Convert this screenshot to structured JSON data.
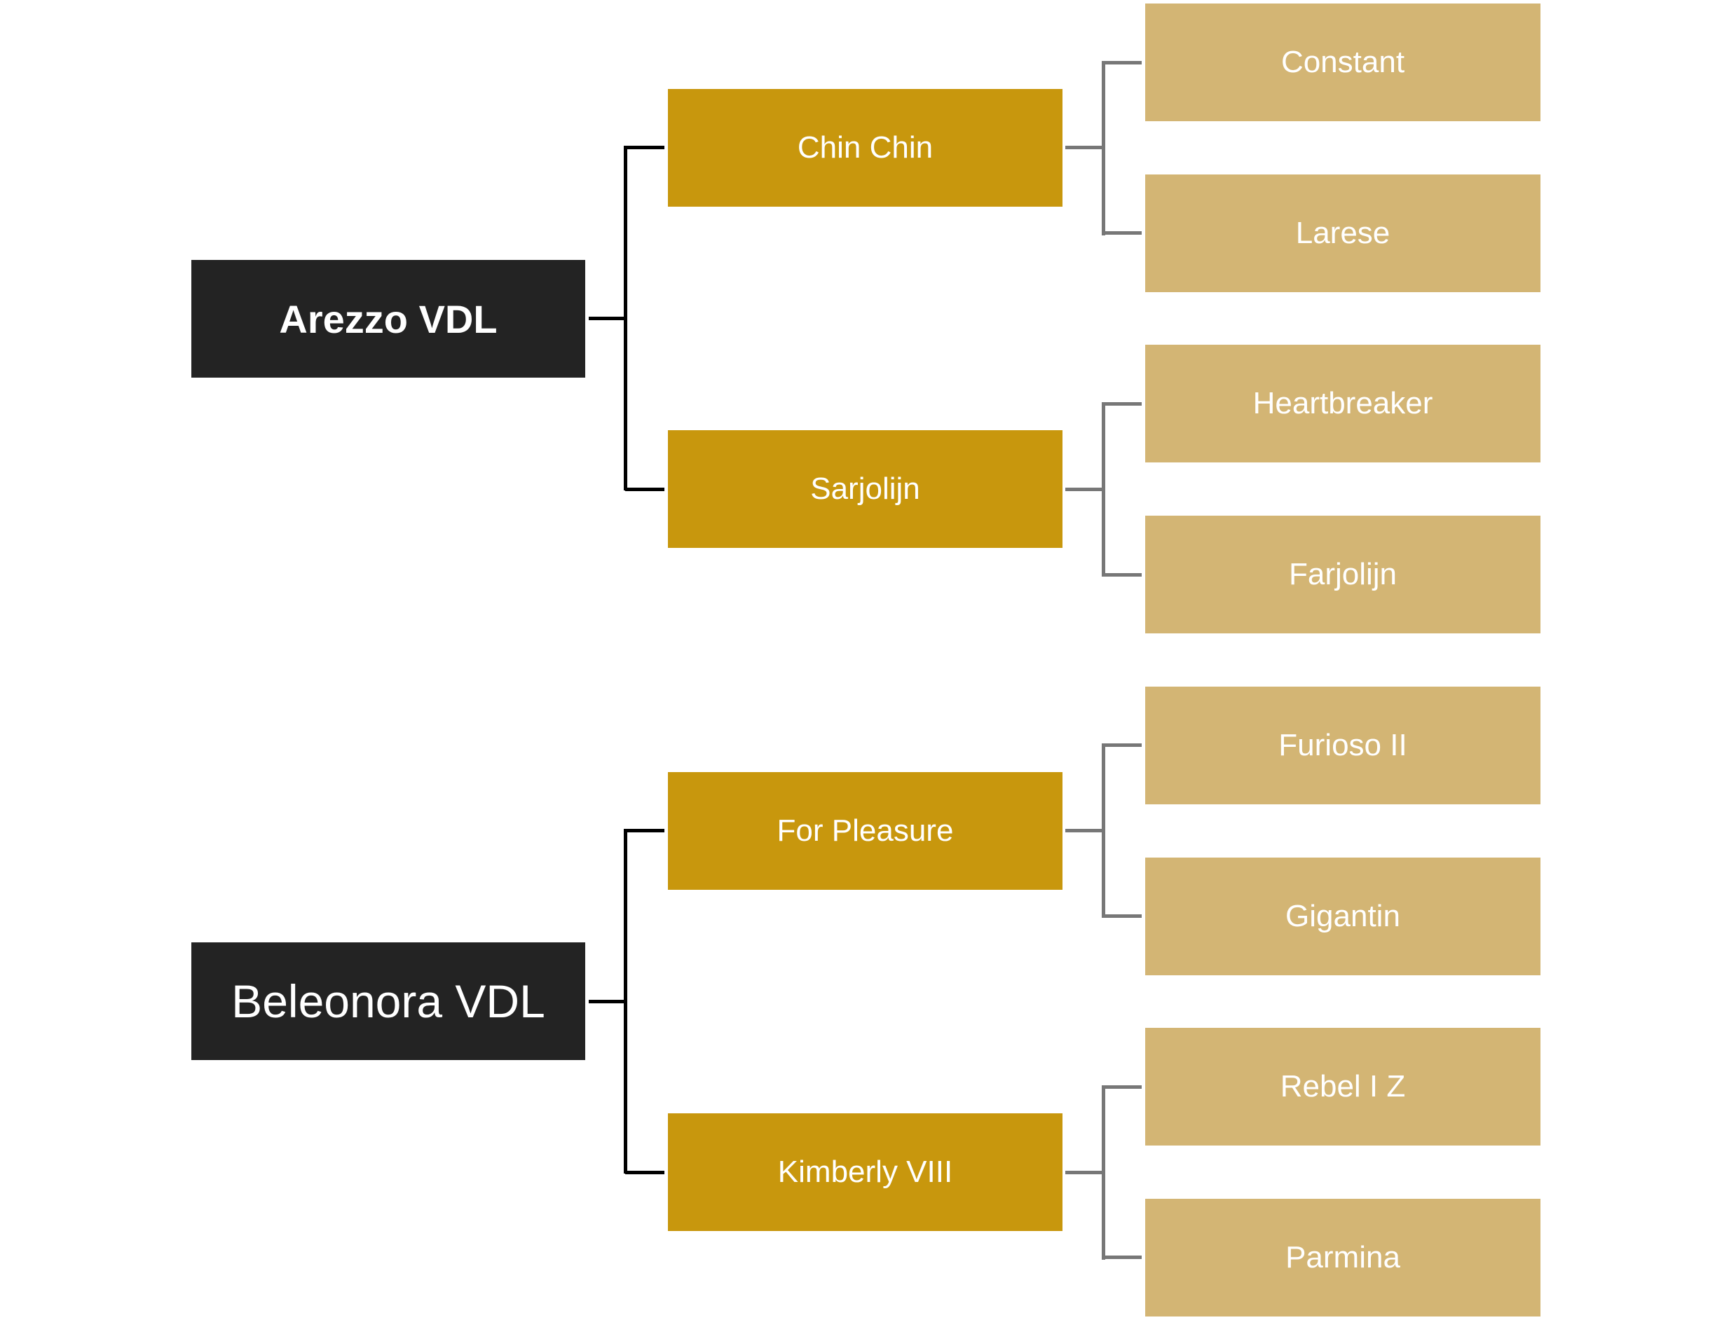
{
  "diagram": {
    "type": "pedigree-tree",
    "colors": {
      "root_box": "#232323",
      "parent_box": "#C8970D",
      "grandparent_box": "#D3B574",
      "root_connector": "#000000",
      "parent_connector": "#777777",
      "text": "#FFFFFF"
    },
    "roots": [
      {
        "label": "Arezzo VDL",
        "bold": true,
        "children": [
          {
            "label": "Chin Chin",
            "children": [
              {
                "label": "Constant"
              },
              {
                "label": "Larese"
              }
            ]
          },
          {
            "label": "Sarjolijn",
            "children": [
              {
                "label": "Heartbreaker"
              },
              {
                "label": "Farjolijn"
              }
            ]
          }
        ]
      },
      {
        "label": "Beleonora VDL",
        "bold": false,
        "children": [
          {
            "label": "For Pleasure",
            "children": [
              {
                "label": "Furioso II"
              },
              {
                "label": "Gigantin"
              }
            ]
          },
          {
            "label": "Kimberly VIII",
            "children": [
              {
                "label": "Rebel I Z"
              },
              {
                "label": "Parmina"
              }
            ]
          }
        ]
      }
    ]
  }
}
